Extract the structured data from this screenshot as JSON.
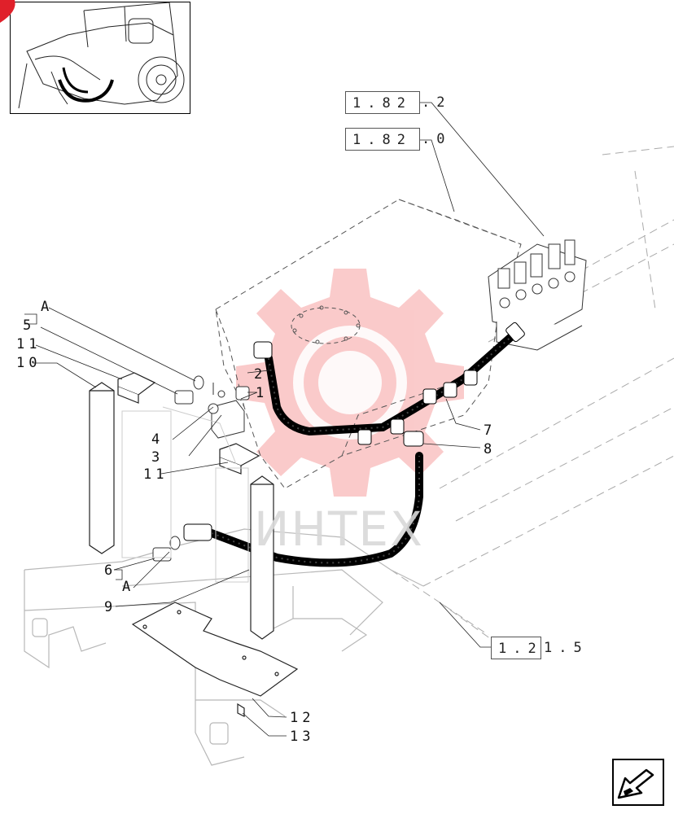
{
  "watermark": {
    "text": "ИНТЕХ",
    "color": "#f26b6b"
  },
  "thumbnail": {
    "marker_color": "#e0202a"
  },
  "references": [
    {
      "id": "ref-1-82-2",
      "boxed": "1.82",
      "suffix": ".2"
    },
    {
      "id": "ref-1-82-0",
      "boxed": "1.82",
      "suffix": ".0"
    },
    {
      "id": "ref-1-21-5",
      "boxed": "1.2",
      "suffix": "1.5"
    }
  ],
  "callouts": {
    "c1": "1",
    "c2": "2",
    "c3": "3",
    "c4": "4",
    "c5": "5",
    "c6": "6",
    "c7": "7",
    "c8": "8",
    "c9": "9",
    "c10": "10",
    "c11a": "11",
    "c11b": "11",
    "c12": "12",
    "c13": "13",
    "cA1": "A",
    "cA2": "A"
  },
  "nav": {
    "icon": "next-page-arrow-icon"
  }
}
